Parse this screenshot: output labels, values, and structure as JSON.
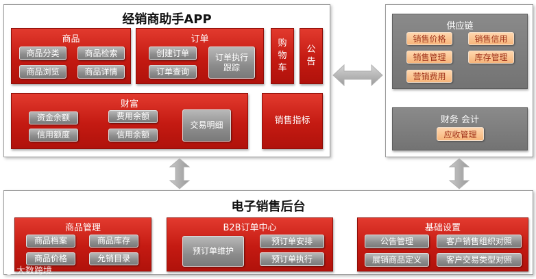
{
  "app": {
    "title": "经销商助手APP",
    "product": {
      "label": "商品",
      "items": [
        "商品分类",
        "商品检索",
        "商品浏览",
        "商品详情"
      ]
    },
    "order": {
      "label": "订单",
      "create": "创建订单",
      "query": "订单查询",
      "track": "订单执行\n跟踪"
    },
    "cart": "购\n物\n车",
    "notice": "公\n告",
    "wealth": {
      "label": "财富",
      "fund_balance": "资金余额",
      "credit_limit": "信用额度",
      "expense_balance": "费用余额",
      "credit_balance": "信用余额",
      "transactions": "交易明细"
    },
    "sales_indicator": "销售指标"
  },
  "supply_chain": {
    "label": "供应链",
    "items": [
      "销售价格",
      "销售信用",
      "销售管理",
      "库存管理",
      "营销费用"
    ]
  },
  "finance": {
    "label": "财务 会计",
    "items": [
      "应收管理"
    ]
  },
  "backend": {
    "title": "电子销售后台",
    "product_mgmt": {
      "label": "商品管理",
      "items": [
        "商品档案",
        "商品库存",
        "商品价格",
        "允销目录"
      ]
    },
    "b2b": {
      "label": "B2B订单中心",
      "maintain": "预订单维护",
      "schedule": "预订单安排",
      "execute": "预订单执行"
    },
    "base": {
      "label": "基础设置",
      "items": [
        "公告管理",
        "客户销售组织对照",
        "展销商品定义",
        "客户交易类型对照"
      ]
    }
  },
  "watermark": "大数跨境",
  "colors": {
    "red": "#c41a12",
    "gray": "#7a7a7a",
    "orange": "#f7b57a"
  }
}
